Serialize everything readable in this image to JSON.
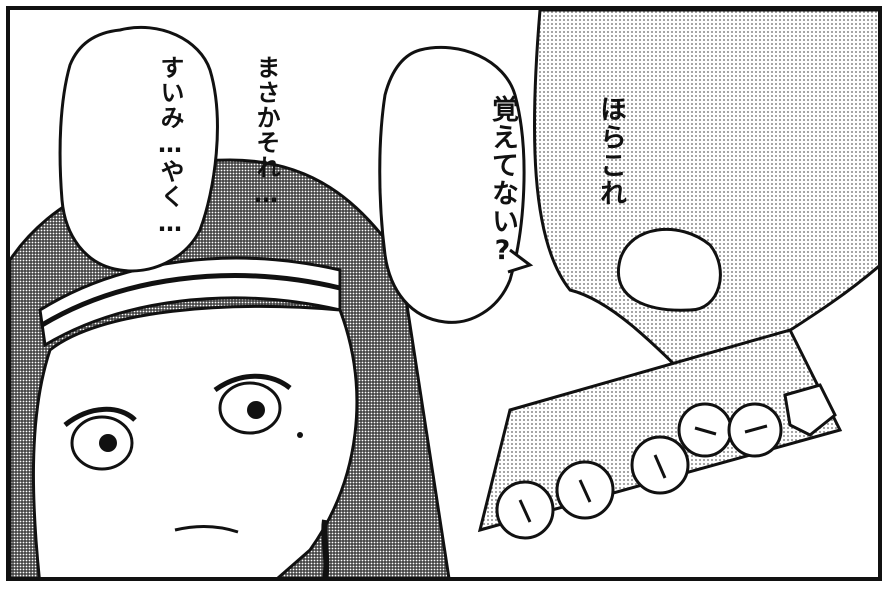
{
  "bubbles": {
    "left": {
      "lines": [
        "まさかそれ…",
        "すいみ…やく…"
      ]
    },
    "right": {
      "lines": [
        "ほらこれ",
        "覚えてない?"
      ]
    }
  },
  "colors": {
    "ink": "#111111",
    "paper": "#ffffff",
    "screentone": "#8a8a8a"
  }
}
